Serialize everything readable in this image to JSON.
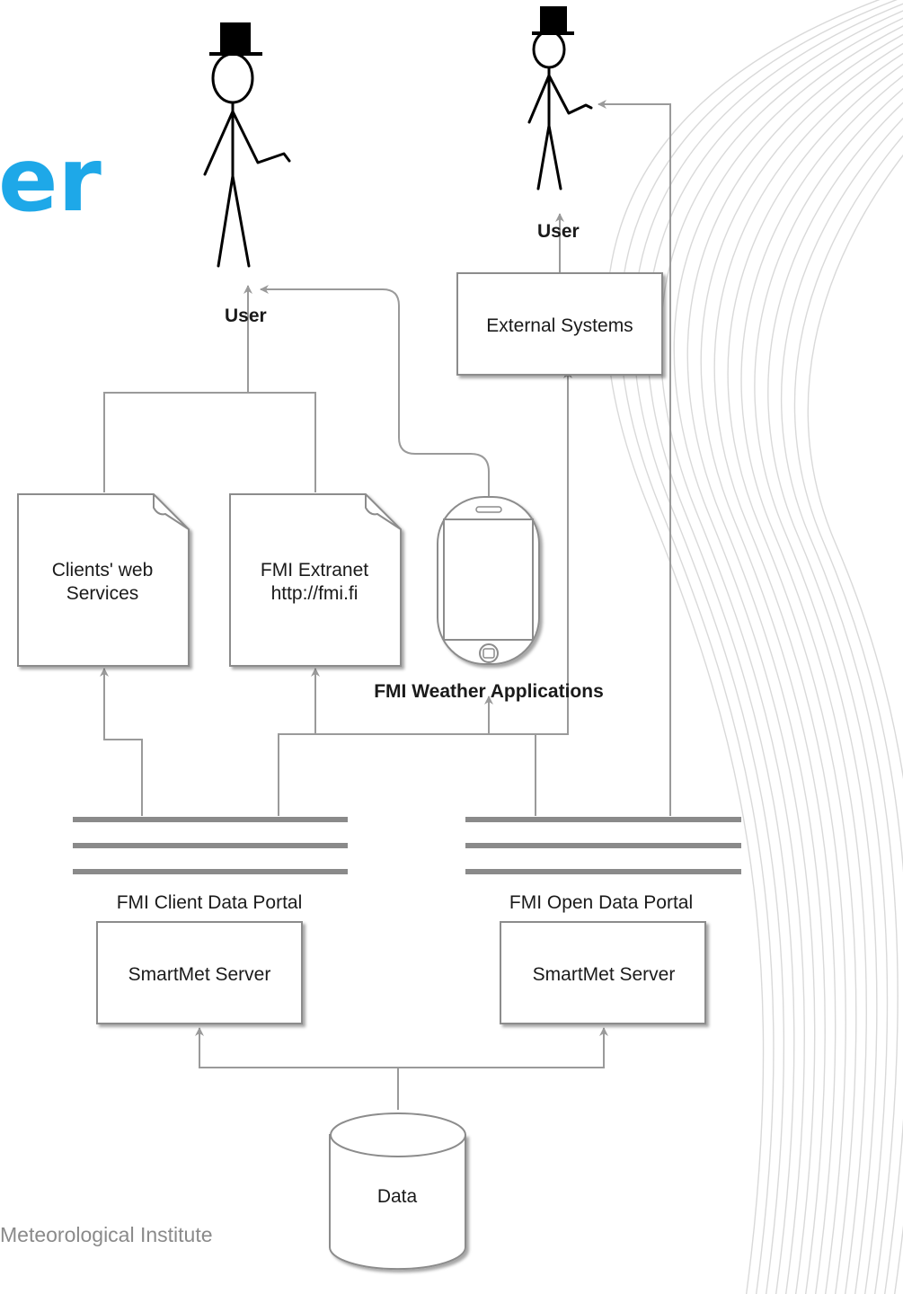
{
  "slide": {
    "title_fragment": "er",
    "footer": "Meteorological Institute"
  },
  "diagram": {
    "nodes": {
      "user_left": "User",
      "user_right": "User",
      "external_systems": "External Systems",
      "clients_web_services": [
        "Clients' web",
        "Services"
      ],
      "fmi_extranet": [
        "FMI Extranet",
        "http://fmi.fi"
      ],
      "fmi_weather_applications": "FMI Weather Applications",
      "client_data_portal": "FMI Client Data Portal",
      "open_data_portal": "FMI Open Data Portal",
      "smartmet_server_left": "SmartMet Server",
      "smartmet_server_right": "SmartMet Server",
      "data": "Data"
    },
    "edges": [
      {
        "from": "data",
        "to": "smartmet_server_left"
      },
      {
        "from": "data",
        "to": "smartmet_server_right"
      },
      {
        "from": "client_data_portal",
        "to": "clients_web_services"
      },
      {
        "from": "client_data_portal",
        "to": "fmi_extranet"
      },
      {
        "from": "client_data_portal",
        "to": "fmi_weather_applications"
      },
      {
        "from": "client_data_portal",
        "to": "external_systems"
      },
      {
        "from": "open_data_portal",
        "to": "fmi_weather_applications"
      },
      {
        "from": "open_data_portal",
        "to": "user_right"
      },
      {
        "from": "clients_web_services",
        "to": "user_left"
      },
      {
        "from": "fmi_extranet",
        "to": "user_left"
      },
      {
        "from": "fmi_weather_applications",
        "to": "user_left"
      },
      {
        "from": "external_systems",
        "to": "user_right"
      }
    ]
  }
}
